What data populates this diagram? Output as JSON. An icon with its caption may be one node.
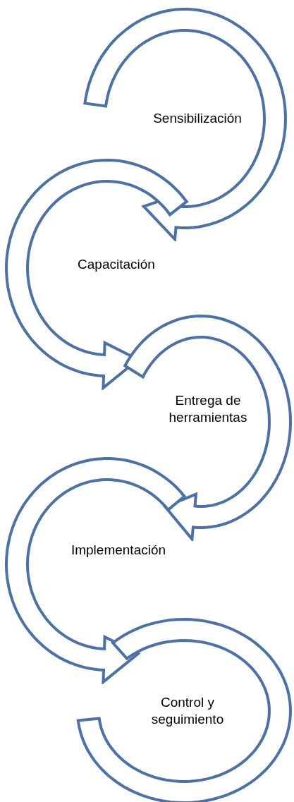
{
  "diagram": {
    "nodes": [
      {
        "text": [
          "Sensibilización"
        ]
      },
      {
        "text": [
          "Capacitación"
        ]
      },
      {
        "text": [
          "Entrega de herramientas"
        ]
      },
      {
        "text": [
          "Implementación"
        ]
      },
      {
        "text": [
          "Control y seguimiento"
        ]
      }
    ]
  }
}
